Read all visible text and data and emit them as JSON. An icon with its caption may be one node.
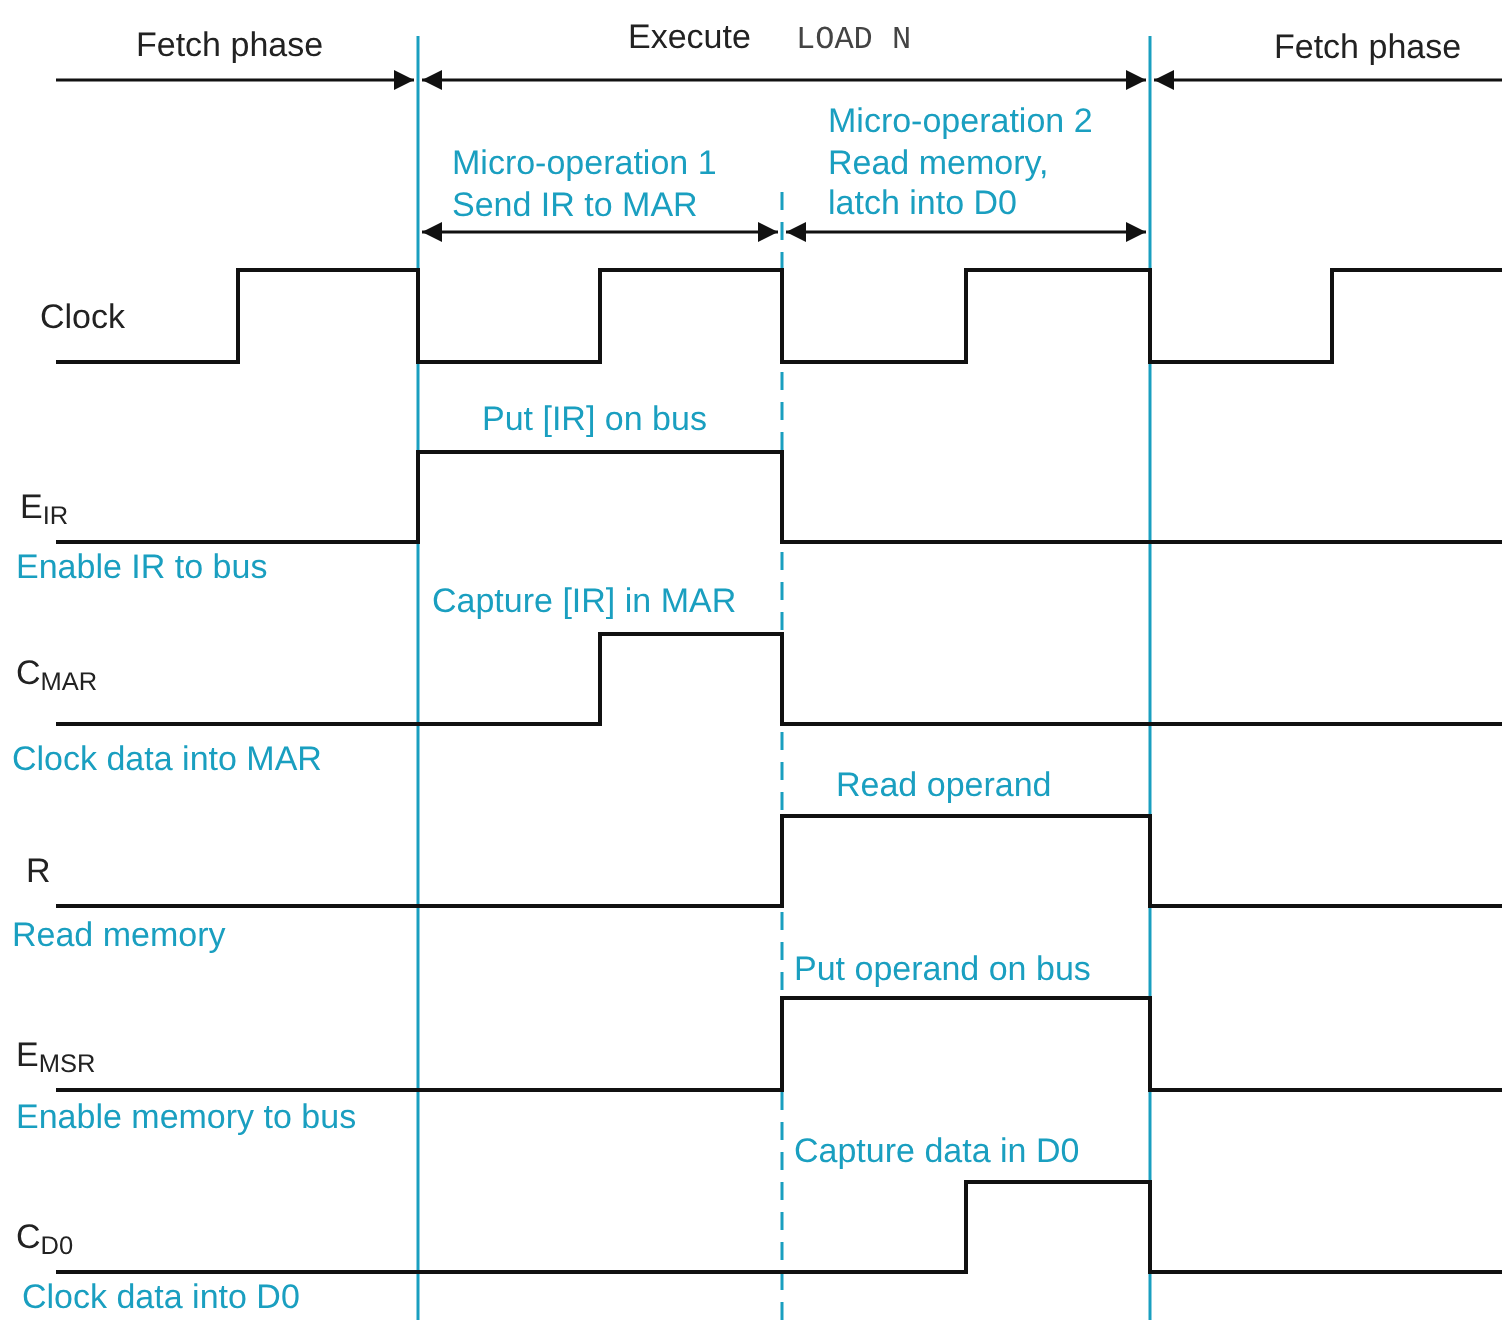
{
  "diagram": {
    "labels": [
      "Fetch phase",
      "Execute",
      "LOAD N",
      "Fetch phase",
      "Micro-operation 2",
      "Read memory, latch into D0",
      "Micro-operation 1",
      "Send IR to MAR",
      "Clock",
      "Put [IR] on bus",
      "E$_{IR}$",
      "Enable IR to bus",
      "Capture [IR] in MAR",
      "C$_{MAR}$",
      "Clock data into MAR",
      "Read operand",
      "R",
      "Read memory",
      "Put operand on bus",
      "E$_{MSR}$",
      "Enable memory to bus",
      "Capture data in D0",
      "C$_{D0}$",
      "Clock data into D0"
    ]
  }
}
